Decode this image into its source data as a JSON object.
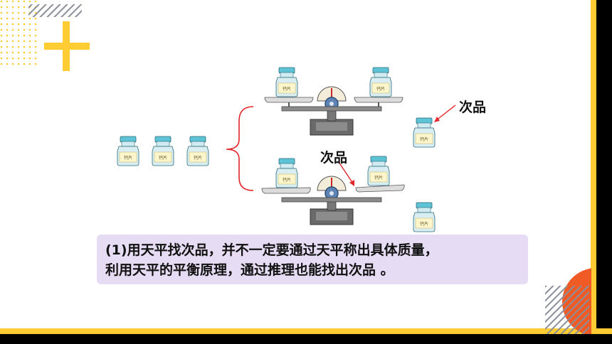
{
  "slide": {
    "note_line1": "(1)用天平找次品，并不一定要通过天平称出具体质量，",
    "note_line2": "利用天平的平衡原理，通过推理也能找出次品 。",
    "label_defect_right": "次品",
    "label_defect_middle": "次品",
    "bottle_label": "钙片"
  },
  "colors": {
    "accent_yellow": "#ffcc33",
    "accent_orange": "#f05a24",
    "note_bg": "#e6dcf3",
    "arrow_red": "#e3262a"
  }
}
